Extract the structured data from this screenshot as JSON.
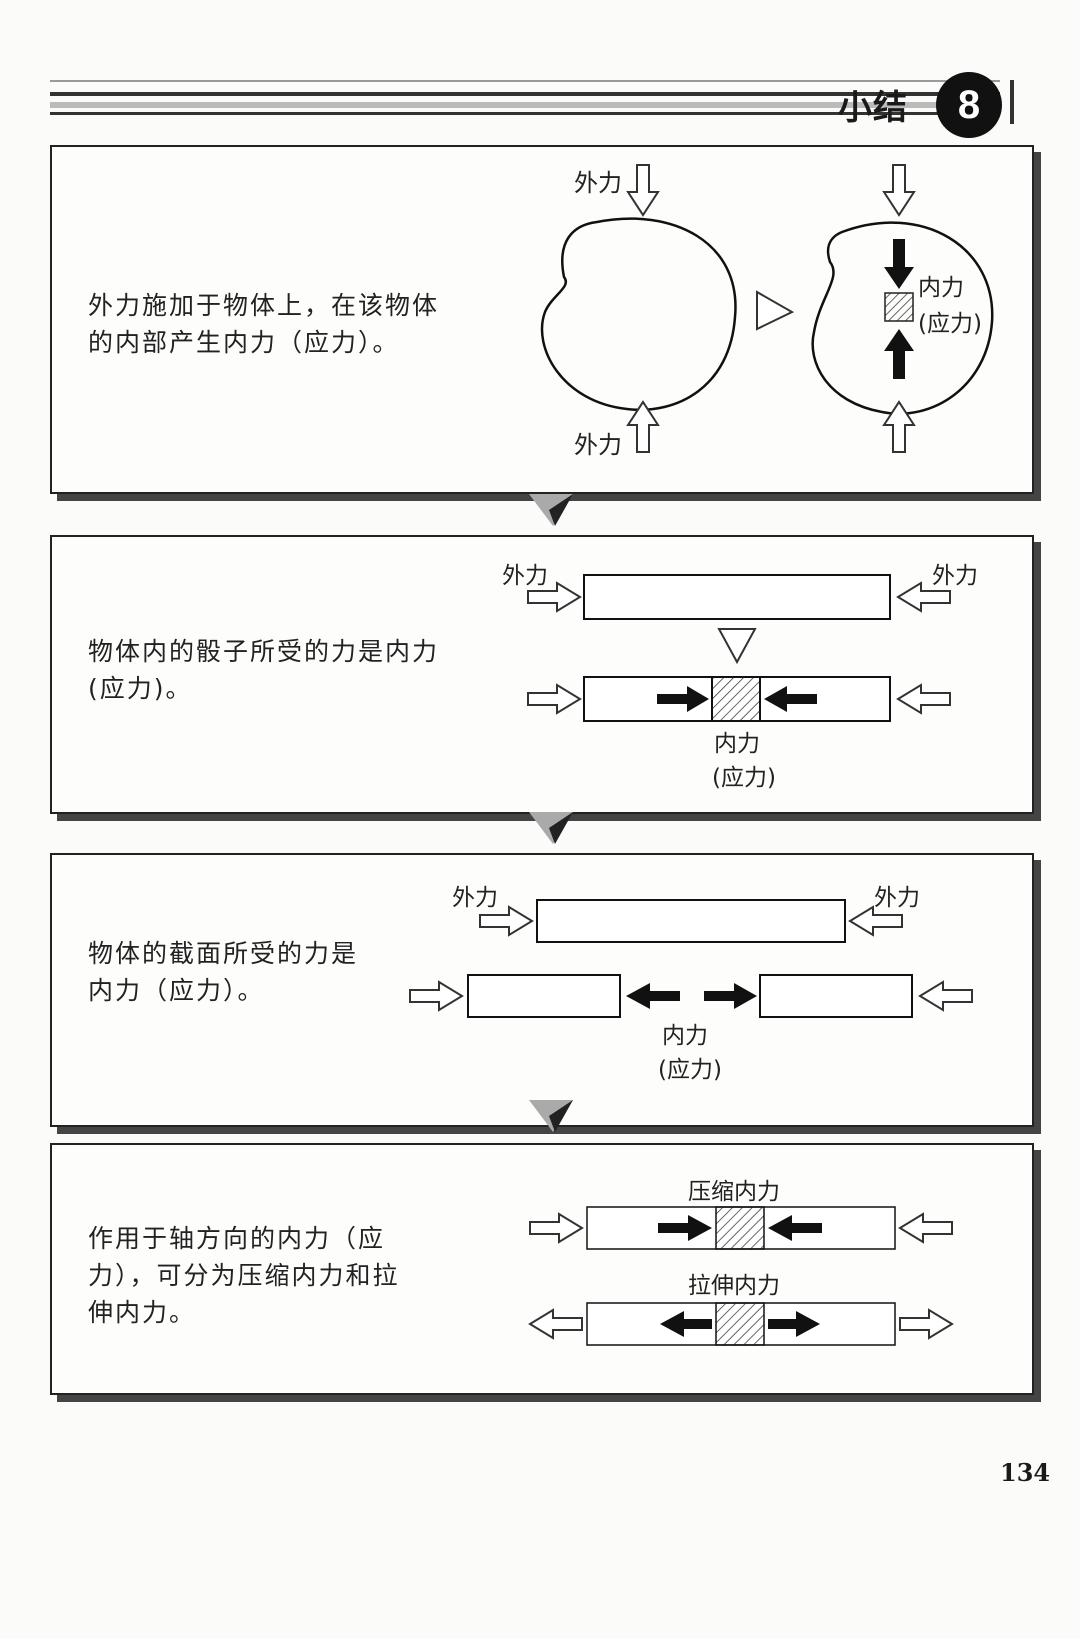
{
  "header": {
    "title": "小结",
    "chapter_number": "8"
  },
  "panels": [
    {
      "text": "外力施加于物体上，在该物体的内部产生内力（应力）。",
      "text_lines": [
        "外力施加于物体上，在该物体",
        "的内部产生内力（应力）。"
      ],
      "labels": {
        "external_top": "外力",
        "external_bottom": "外力",
        "internal": "内力",
        "internal_sub": "(应力)"
      }
    },
    {
      "text_lines": [
        "物体内的骰子所受的力是内力",
        "(应力)。"
      ],
      "labels": {
        "external_left": "外力",
        "external_right": "外力",
        "internal": "内力",
        "internal_sub": "(应力)"
      }
    },
    {
      "text_lines": [
        "物体的截面所受的力是",
        "内力（应力）。"
      ],
      "labels": {
        "external_left": "外力",
        "external_right": "外力",
        "internal": "内力",
        "internal_sub": "(应力)"
      }
    },
    {
      "text_lines": [
        "作用于轴方向的内力（应",
        "力），可分为压缩内力和拉",
        "伸内力。"
      ],
      "labels": {
        "compression": "压缩内力",
        "tension": "拉伸内力"
      }
    }
  ],
  "page_number": "134"
}
